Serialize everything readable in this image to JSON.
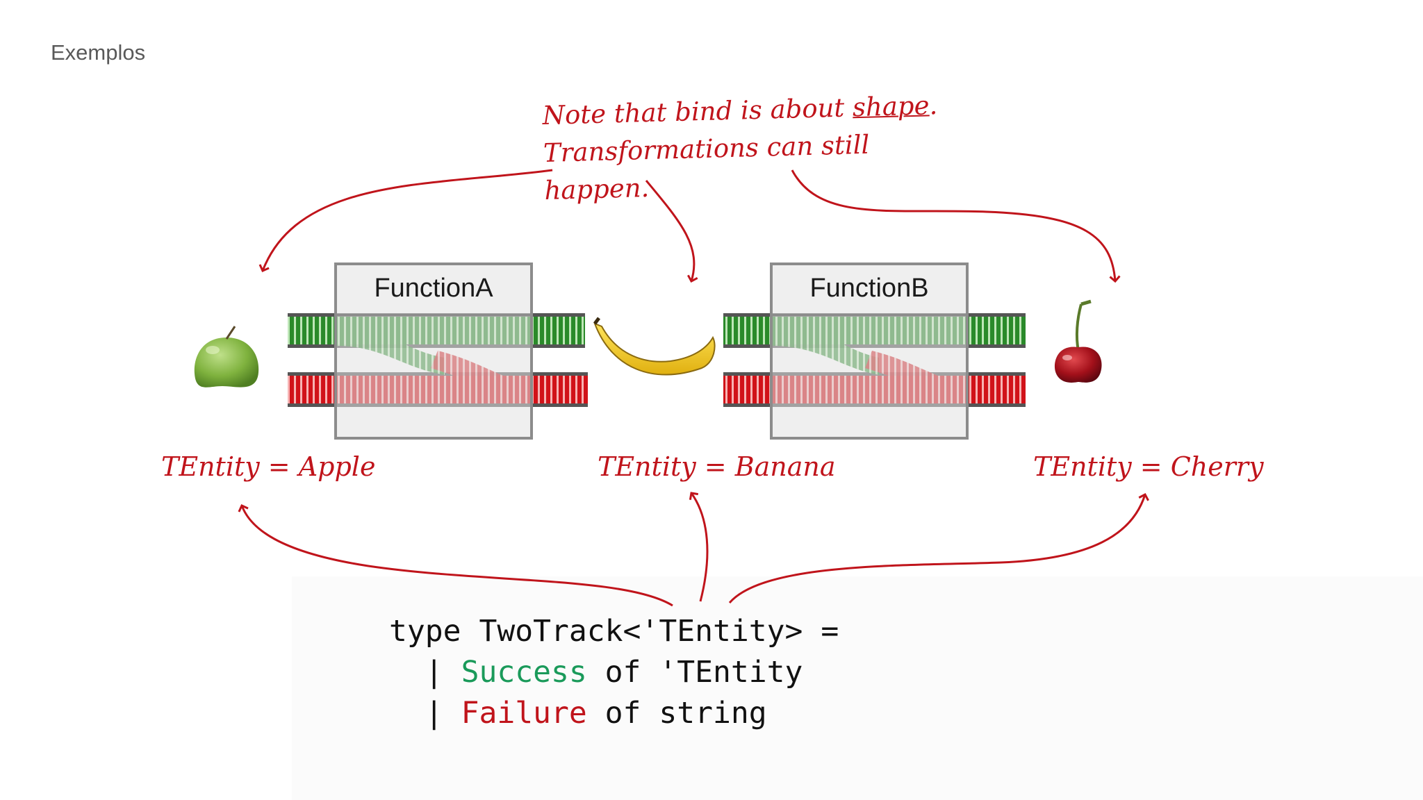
{
  "slide": {
    "title": "Exemplos"
  },
  "note": {
    "line1_before": "Note that bind is about ",
    "line1_underlined": "shape",
    "line1_after": ".",
    "line2": "Transformations can still happen."
  },
  "functions": [
    {
      "label": "FunctionA"
    },
    {
      "label": "FunctionB"
    }
  ],
  "labels": {
    "apple": "TEntity = Apple",
    "banana": "TEntity = Banana",
    "cherry": "TEntity = Cherry"
  },
  "code": {
    "line1": "type TwoTrack<'TEntity> =",
    "pipe": "  | ",
    "success_keyword": "Success",
    "success_rest": " of 'TEntity",
    "failure_keyword": "Failure",
    "failure_rest": " of string"
  },
  "colors": {
    "annotation_red": "#c0141b",
    "track_green": "#2e9a3a",
    "track_red": "#d8141c",
    "success_green": "#1a9a5a"
  }
}
